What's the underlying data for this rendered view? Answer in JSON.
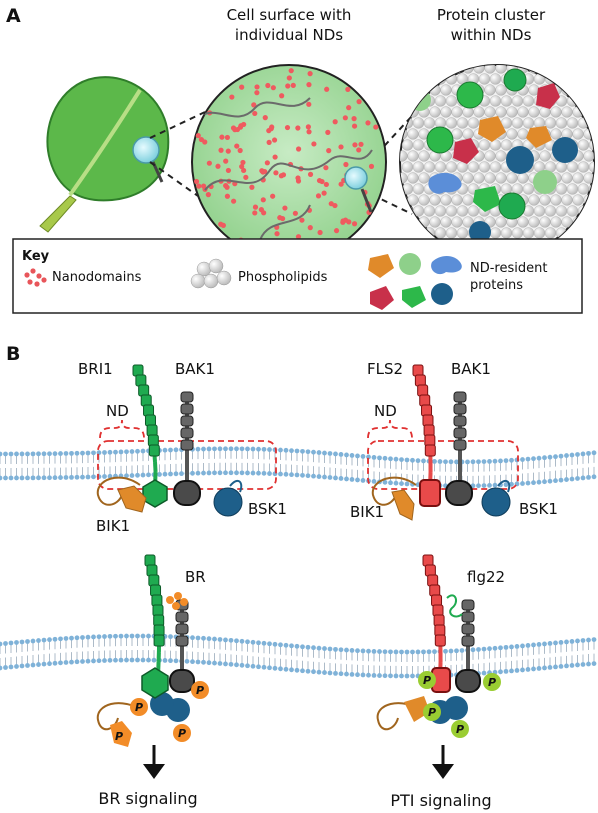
{
  "panel_a": {
    "label": "A",
    "heading_left": [
      "Cell surface with",
      "individual NDs"
    ],
    "heading_right": [
      "Protein cluster",
      "within NDs"
    ],
    "key": {
      "title": "Key",
      "nanodomains": "Nanodomains",
      "phospholipids": "Phospholipids",
      "proteins": [
        "ND-resident",
        "proteins"
      ]
    }
  },
  "panel_b": {
    "label": "B",
    "left_top": {
      "receptor": "BRI1",
      "coreceptor": "BAK1",
      "nd": "ND",
      "kinase_left": "BIK1",
      "kinase_right": "BSK1"
    },
    "right_top": {
      "receptor": "FLS2",
      "coreceptor": "BAK1",
      "nd": "ND",
      "kinase_left": "BIK1",
      "kinase_right": "BSK1"
    },
    "left_bottom": {
      "ligand": "BR",
      "output": "BR signaling"
    },
    "right_bottom": {
      "ligand": "flg22",
      "output": "PTI signaling"
    },
    "phospho_label": "P"
  },
  "colors": {
    "leaf": "#5cb84a",
    "leaf_dark": "#2f7d2a",
    "nd_red": "#e8555a",
    "bri1_green": "#1faa50",
    "fls2_red": "#e84a4a",
    "bak1_grey": "#555555",
    "bik1_orange": "#e08a2a",
    "bsk1_blue": "#1e5f8a",
    "phospho_orange": "#f28c28",
    "phospho_green": "#9acd32",
    "membrane_blue": "#7fb2d8"
  }
}
